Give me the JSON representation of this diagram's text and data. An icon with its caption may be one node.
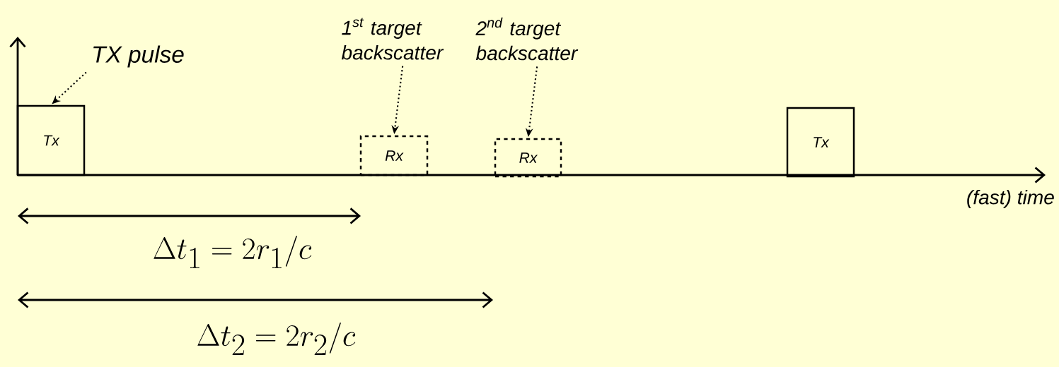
{
  "diagram": {
    "nodes": [
      {
        "text": [
          "TX pulse"
        ]
      },
      {
        "text": [
          "Tx"
        ]
      },
      {
        "text": [
          "1$^{st}$ target backscatter"
        ]
      },
      {
        "text": [
          "Rx"
        ]
      },
      {
        "text": [
          "2$^{nd}$ target backscatter"
        ]
      },
      {
        "text": [
          "Rx"
        ]
      },
      {
        "text": [
          "Tx"
        ]
      }
    ],
    "edges": [
      {
        "from": 0,
        "to": 1,
        "arrow": "to"
      },
      {
        "from": 2,
        "to": 3,
        "arrow": "to"
      },
      {
        "from": 4,
        "to": 5,
        "arrow": "to"
      }
    ],
    "labels": [
      "(fast) time",
      "\\Delta t_1 = 2r_1 / c",
      "\\Delta t_2 = 2r_2 / c"
    ]
  }
}
